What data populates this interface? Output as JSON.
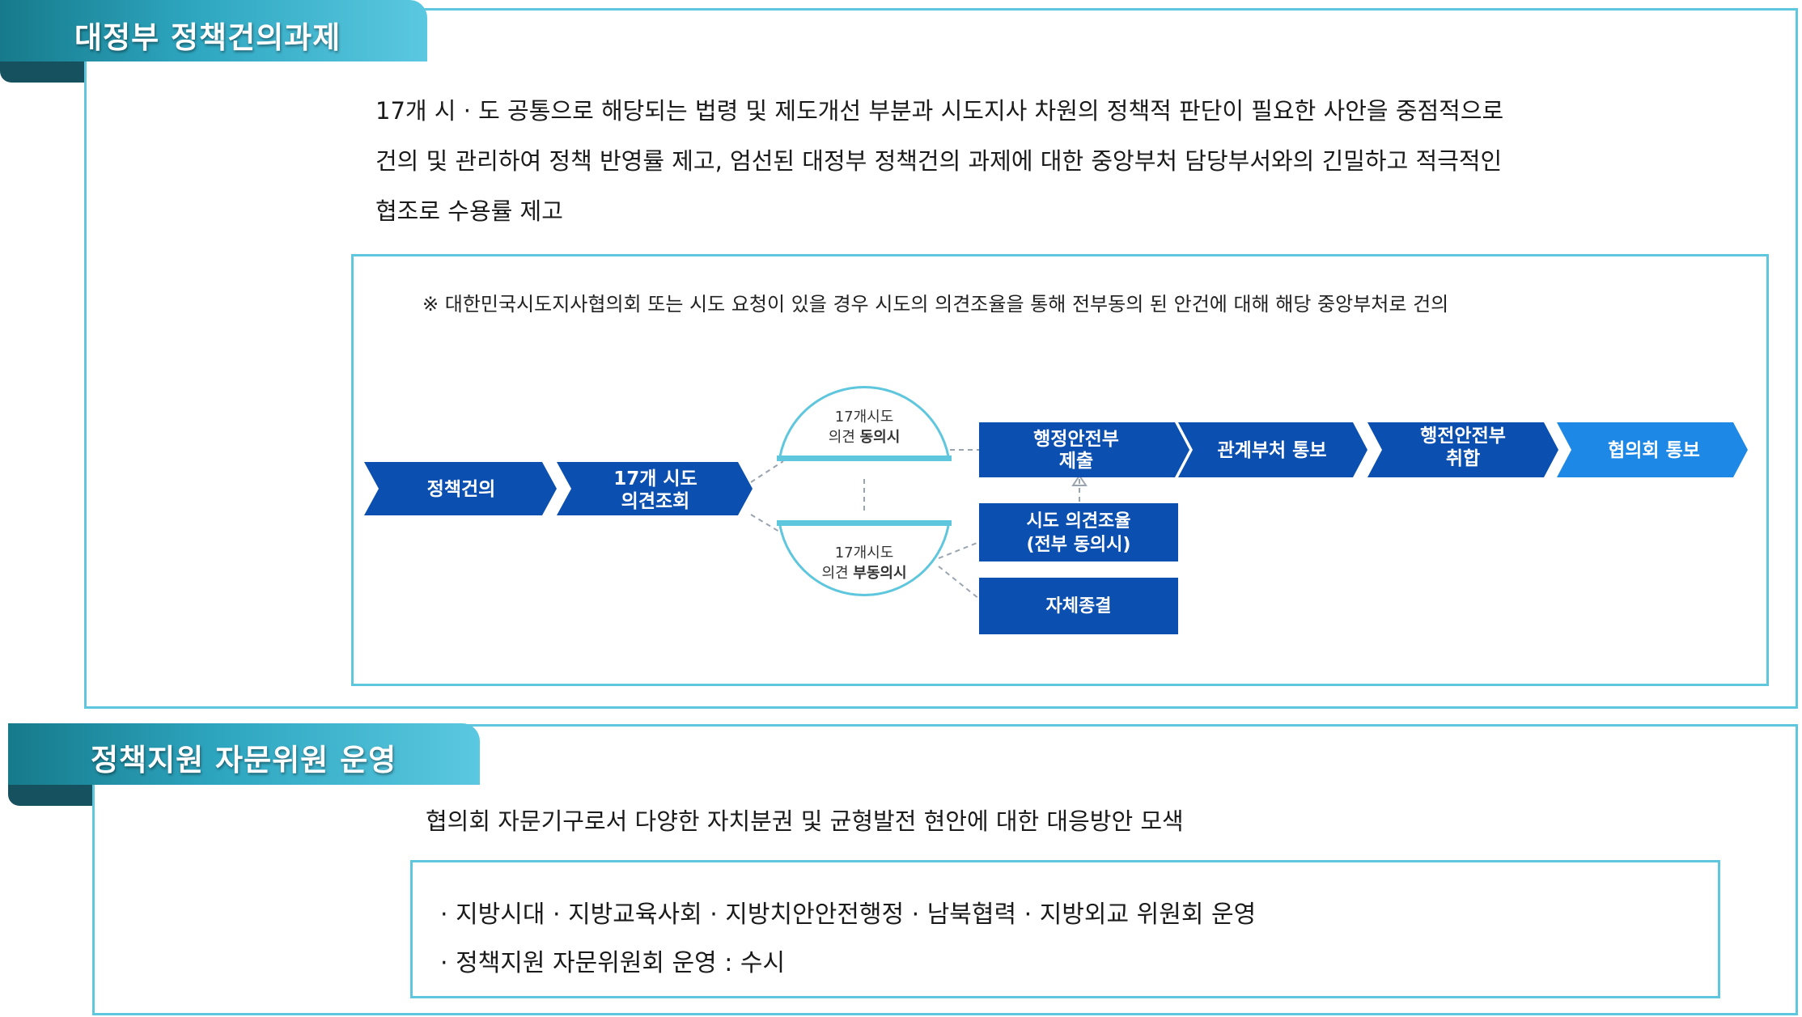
{
  "section1": {
    "title": "대정부 정책건의과제",
    "description": [
      "17개 시 · 도 공통으로 해당되는 법령 및 제도개선 부분과 시도지사 차원의 정책적 판단이 필요한 사안을 중점적으로",
      "건의 및 관리하여 정책 반영률 제고, 엄선된 대정부 정책건의 과제에 대한 중앙부처 담당부서와의 긴밀하고 적극적인",
      "협조로 수용률 제고"
    ],
    "note": "※ 대한민국시도지사협의회 또는 시도 요청이 있을 경우 시도의 의견조율을 통해 전부동의 된 안건에 대해 해당 중앙부처로 건의",
    "flow": {
      "step1": "정책건의",
      "step2": [
        "17개 시도",
        "의견조회"
      ],
      "agree": {
        "prefix": "17개시도",
        "line2_plain": "의견 ",
        "line2_bold": "동의시"
      },
      "disagree": {
        "prefix": "17개시도",
        "line2_plain": "의견 ",
        "line2_bold": "부동의시"
      },
      "submit": [
        "행정안전부",
        "제출"
      ],
      "notify_ministry": "관계부처 통보",
      "collect": [
        "행전안전부",
        "취합"
      ],
      "notify_council": "협의회 통보",
      "coordinate": [
        "시도 의견조율",
        "(전부 동의시)"
      ],
      "terminate": "자체종결"
    },
    "colors": {
      "chevron": "#0b4fb0",
      "final": "#1e88e6",
      "accent": "#5ec6dd",
      "tab_dark": "#16515f"
    }
  },
  "section2": {
    "title": "정책지원 자문위원 운영",
    "description": "협의회 자문기구로서 다양한 자치분권 및 균형발전 현안에 대한 대응방안 모색",
    "items": [
      "· 지방시대 · 지방교육사회 · 지방치안안전행정 · 남북협력 · 지방외교 위원회 운영",
      "· 정책지원 자문위원회 운영 : 수시"
    ]
  }
}
